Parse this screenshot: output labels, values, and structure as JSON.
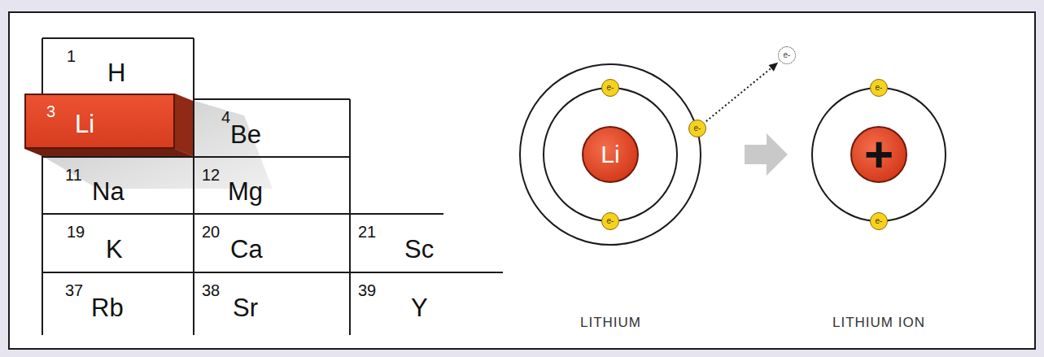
{
  "diagram": {
    "nodes": [
      {
        "text": [
          "1",
          "H"
        ]
      },
      {
        "text": [
          "3",
          "Li"
        ]
      },
      {
        "text": [
          "4",
          "Be"
        ]
      },
      {
        "text": [
          "11",
          "Na"
        ]
      },
      {
        "text": [
          "12",
          "Mg"
        ]
      },
      {
        "text": [
          "19",
          "K"
        ]
      },
      {
        "text": [
          "20",
          "Ca"
        ]
      },
      {
        "text": [
          "21",
          "Sc"
        ]
      },
      {
        "text": [
          "37",
          "Rb"
        ]
      },
      {
        "text": [
          "38",
          "Sr"
        ]
      },
      {
        "text": [
          "39",
          "Y"
        ]
      },
      {
        "text": [
          "e-"
        ]
      },
      {
        "text": [
          "e-"
        ]
      },
      {
        "text": [
          "Li"
        ]
      },
      {
        "text": [
          "e-"
        ]
      },
      {
        "text": [
          "e-"
        ]
      },
      {
        "text": [
          "e-"
        ]
      },
      {
        "text": [
          "+"
        ]
      },
      {
        "text": [
          "e-"
        ]
      }
    ],
    "edges": [
      {
        "from": 12,
        "to": 15,
        "arrow": "to"
      }
    ],
    "labels": [
      "LITHIUM",
      "LITHIUM ION"
    ]
  }
}
